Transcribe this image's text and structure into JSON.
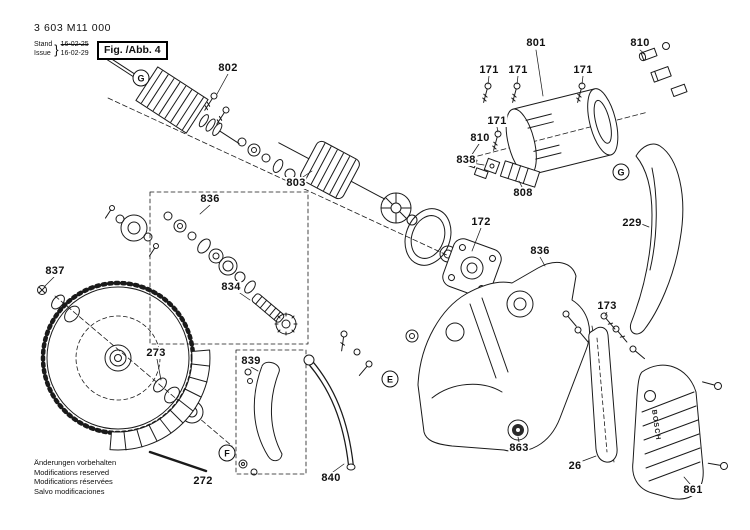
{
  "header": {
    "part_number": "3 603 M11 000",
    "stand_label": "Stand",
    "issue_label": "Issue",
    "brace": "}",
    "stand_date": "16-02-25",
    "issue_date": "16-02-29",
    "figure_label": "Fig. /Abb. 4"
  },
  "brand": "BOSCH",
  "footer": {
    "lines": [
      "Änderungen vorbehalten",
      "Modifications reserved",
      "Modifications réservées",
      "Salvo modificaciones"
    ]
  },
  "markers": [
    {
      "label": "G"
    },
    {
      "label": "G"
    },
    {
      "label": "E"
    },
    {
      "label": "F"
    }
  ],
  "callouts": [
    {
      "label": "802"
    },
    {
      "label": "801"
    },
    {
      "label": "810"
    },
    {
      "label": "171"
    },
    {
      "label": "171"
    },
    {
      "label": "171"
    },
    {
      "label": "171"
    },
    {
      "label": "810"
    },
    {
      "label": "838"
    },
    {
      "label": "808"
    },
    {
      "label": "172"
    },
    {
      "label": "229"
    },
    {
      "label": "836"
    },
    {
      "label": "803"
    },
    {
      "label": "836"
    },
    {
      "label": "834"
    },
    {
      "label": "837"
    },
    {
      "label": "273"
    },
    {
      "label": "839"
    },
    {
      "label": "173"
    },
    {
      "label": "863"
    },
    {
      "label": "26"
    },
    {
      "label": "861"
    },
    {
      "label": "272"
    },
    {
      "label": "840"
    }
  ]
}
